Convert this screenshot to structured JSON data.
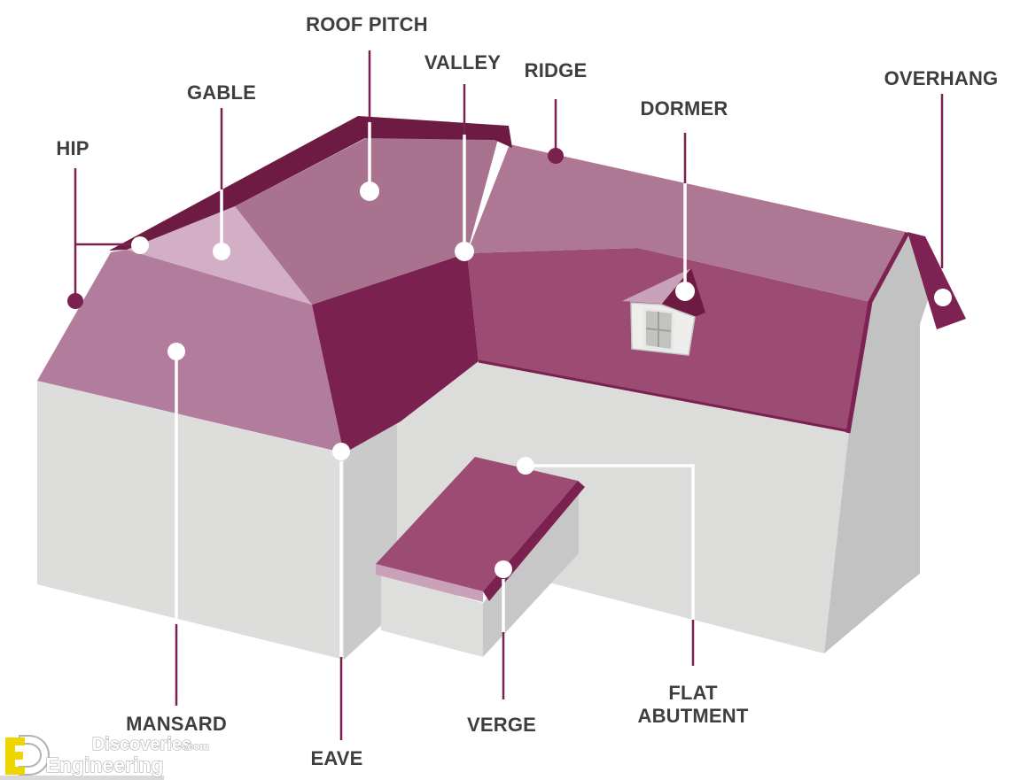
{
  "title": "Roof terminology diagram",
  "palette": {
    "labelText": "#3E3E3E",
    "leaderDark": "#7B2150",
    "leaderWhite": "#FFFFFF",
    "dotWhite": "#FFFFFF",
    "dotDark": "#7B2150",
    "roofBandDark": "#6E1B44",
    "roofDark": "#7B2150",
    "roofMedDark": "#9C4C73",
    "roofMed": "#AE7894",
    "roofMedLw": "#A9738F",
    "roofLight": "#D2AFC4",
    "roofFasciaLight": "#C9A2BA",
    "trim": "#7E2253",
    "wallEnd": "#DDDDDC",
    "wallSide": "#CBCACA",
    "wallFront": "#DCDCDB",
    "wallGable": "#C3C2C2",
    "wallPorchFront": "#DEDEDD",
    "wallPorchSide": "#C8C7C7",
    "dormerFace": "#EDEDEB",
    "dormerOutline": "#C6C6C4",
    "dormerWindowFrame": "#E7E7E5",
    "dormerWindowPane": "#C2C2C0",
    "dormerMullion": "#9E9E9C",
    "footerBar": "#D9D9D9",
    "logoYellow": "#EFD500",
    "logoTextFill": "#FFFFFF",
    "logoTextStroke": "#B3B3B1"
  },
  "labels": {
    "hip": "HIP",
    "gable": "GABLE",
    "roof_pitch": "ROOF PITCH",
    "valley": "VALLEY",
    "ridge": "RIDGE",
    "dormer": "DORMER",
    "overhang": "OVERHANG",
    "mansard": "MANSARD",
    "eave": "EAVE",
    "verge": "VERGE",
    "flat_abutment_line1": "FLAT",
    "flat_abutment_line2": "ABUTMENT"
  },
  "logo": {
    "brand_top": "Discoveries",
    "brand_top_suffix": ".com",
    "brand_bottom": "Engineering"
  }
}
